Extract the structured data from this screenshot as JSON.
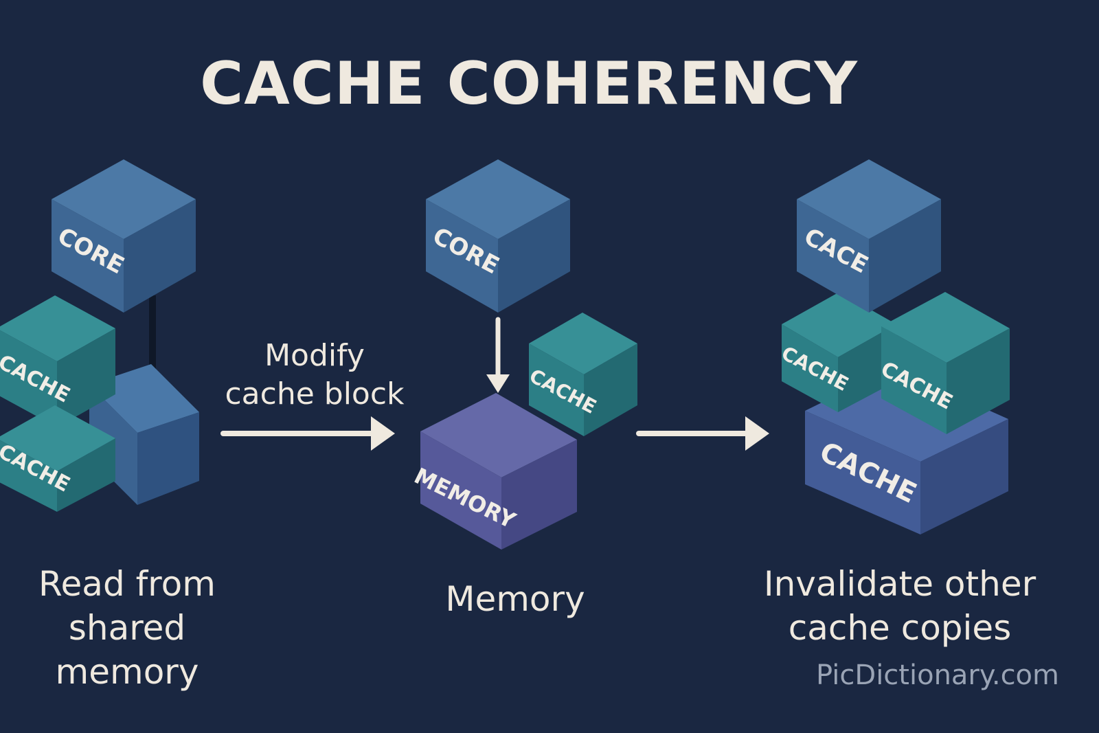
{
  "title": "CACHE COHERENCY",
  "captions": {
    "left": [
      "Read from",
      "shared memory"
    ],
    "middle": "Memory",
    "right": [
      "Invalidate other",
      "cache copies"
    ]
  },
  "arrow_label": [
    "Modify",
    "cache block"
  ],
  "watermark": "PicDictionary.com",
  "blocks": {
    "left_core": "CORE",
    "left_cache_top": "CACHE",
    "left_cache_bottom": "CACHE",
    "mid_core": "CORE",
    "mid_cache": "CACHE",
    "mid_memory": "MEMORY",
    "right_top": "CACE",
    "right_cache_left": "CACHE",
    "right_cache_right": "CACHE",
    "right_cache_big": "CACHE"
  },
  "colors": {
    "background": "#1a2741",
    "core": "#3f6793",
    "cache": "#2f8289",
    "memory": "#5a5f9f",
    "text": "#efe9df"
  }
}
